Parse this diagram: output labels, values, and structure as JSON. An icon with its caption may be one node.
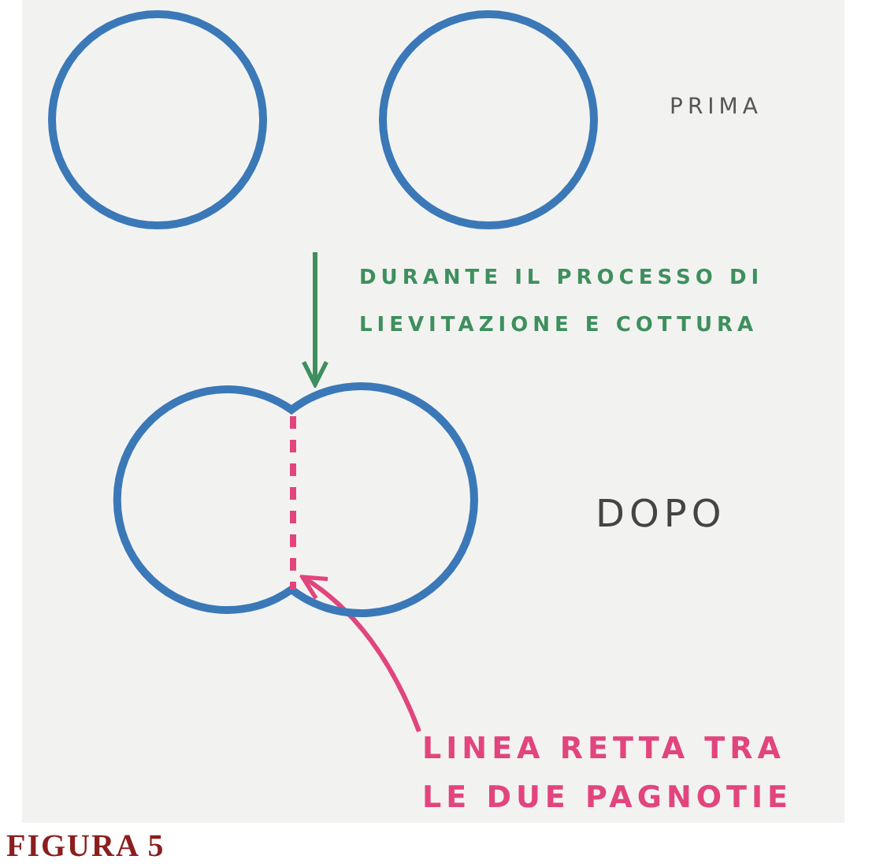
{
  "diagram": {
    "caption": "FIGURA 5",
    "nodes": [
      {
        "text": [],
        "shape": "circle"
      },
      {
        "text": [],
        "shape": "circle"
      },
      {
        "text": [],
        "shape": "circle"
      },
      {
        "text": [],
        "shape": "bar",
        "in": 2
      },
      {
        "text": [
          "LINEA RETTA TRA LE DUE PAGNOTIE"
        ]
      }
    ],
    "edges": [
      {
        "from": null,
        "to": 2,
        "arrow": "to",
        "label": "DURANTE IL PROCESSO DI LIEVITAZIONE E COTTURA",
        "color": "#3f8f5e"
      },
      {
        "from": 4,
        "to": 3,
        "arrow": "to",
        "color": "#e2457e"
      }
    ],
    "labels": [
      "PRIMA",
      "DOPO"
    ]
  }
}
